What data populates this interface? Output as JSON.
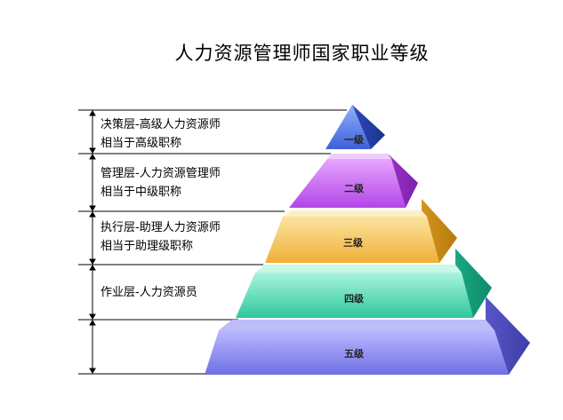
{
  "title": "人力资源管理师国家职业等级",
  "layers": [
    {
      "label": "一级",
      "desc": [
        "决策层-高级人力资源师",
        "相当于高级职称"
      ]
    },
    {
      "label": "二级",
      "desc": [
        "管理层-人力资源管理师",
        "相当于中级职称"
      ]
    },
    {
      "label": "三级",
      "desc": [
        "执行层-助理人力资源师",
        "相当于助理级职称"
      ]
    },
    {
      "label": "四级",
      "desc": [
        "作业层-人力资源员"
      ]
    },
    {
      "label": "五级",
      "desc": []
    }
  ],
  "colors": {
    "level1": "#4b6fe8",
    "level2": "#c050ec",
    "level3": "#f2b93a",
    "level4": "#3ed0a8",
    "level5": "#7e7ef0"
  }
}
